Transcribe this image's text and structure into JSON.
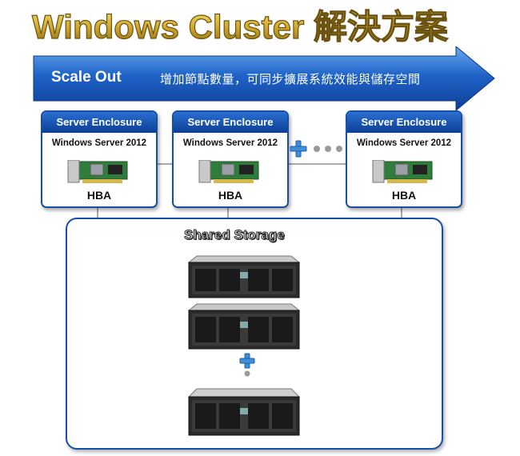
{
  "title": "Windows Cluster 解決方案",
  "arrow": {
    "label": "Scale Out",
    "description": "增加節點數量，可同步擴展系統效能與儲存空間"
  },
  "servers": [
    {
      "header": "Server Enclosure",
      "os": "Windows Server 2012",
      "card": "HBA"
    },
    {
      "header": "Server Enclosure",
      "os": "Windows Server 2012",
      "card": "HBA"
    },
    {
      "header": "Server Enclosure",
      "os": "Windows Server 2012",
      "card": "HBA"
    }
  ],
  "storage": {
    "title": "Shared Storage"
  },
  "colors": {
    "accent_blue": "#1550a8",
    "title_gold": "#c9a227",
    "plus_blue": "#3f8fd8"
  }
}
